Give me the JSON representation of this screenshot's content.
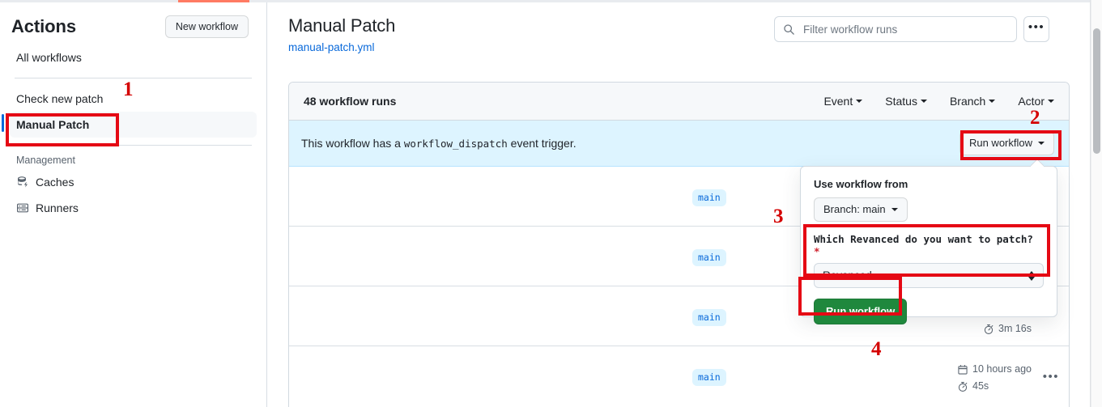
{
  "topbar": {
    "progress_color": "#ff7b63"
  },
  "sidebar": {
    "title": "Actions",
    "new_workflow_label": "New workflow",
    "items": [
      {
        "label": "All workflows",
        "icon": "",
        "selected": false
      },
      {
        "label": "Check new patch",
        "icon": "",
        "selected": false
      },
      {
        "label": "Manual Patch",
        "icon": "",
        "selected": true
      }
    ],
    "section_title": "Management",
    "management_items": [
      {
        "label": "Caches",
        "icon": "cache-icon"
      },
      {
        "label": "Runners",
        "icon": "runners-icon"
      }
    ]
  },
  "main": {
    "page_title": "Manual Patch",
    "workflow_file": "manual-patch.yml",
    "search": {
      "placeholder": "Filter workflow runs",
      "value": "",
      "icon": "search-icon"
    },
    "kebab_label": "•••",
    "runs_count": "48 workflow runs",
    "filters": [
      {
        "label": "Event"
      },
      {
        "label": "Status"
      },
      {
        "label": "Branch"
      },
      {
        "label": "Actor"
      }
    ],
    "dispatch_banner": {
      "prefix": "This workflow has a",
      "code": "workflow_dispatch",
      "suffix": "event trigger.",
      "run_button_label": "Run workflow"
    },
    "rows": [
      {
        "branch": "main",
        "date": "",
        "duration": "",
        "kebab": ""
      },
      {
        "branch": "main",
        "date": "",
        "duration": "",
        "kebab": ""
      },
      {
        "branch": "main",
        "date": "",
        "duration": "3m 16s",
        "kebab": ""
      },
      {
        "branch": "main",
        "date": "10 hours ago",
        "duration": "45s",
        "kebab": "•••"
      }
    ]
  },
  "dropdown": {
    "use_workflow_from_label": "Use workflow from",
    "branch_button_label": "Branch: main",
    "input_label": "Which Revanced do you want to patch?",
    "required_marker": "*",
    "select_value": "Revanced",
    "run_button_label": "Run workflow"
  },
  "annotations": [
    {
      "number": "1"
    },
    {
      "number": "2"
    },
    {
      "number": "3"
    },
    {
      "number": "4"
    }
  ]
}
